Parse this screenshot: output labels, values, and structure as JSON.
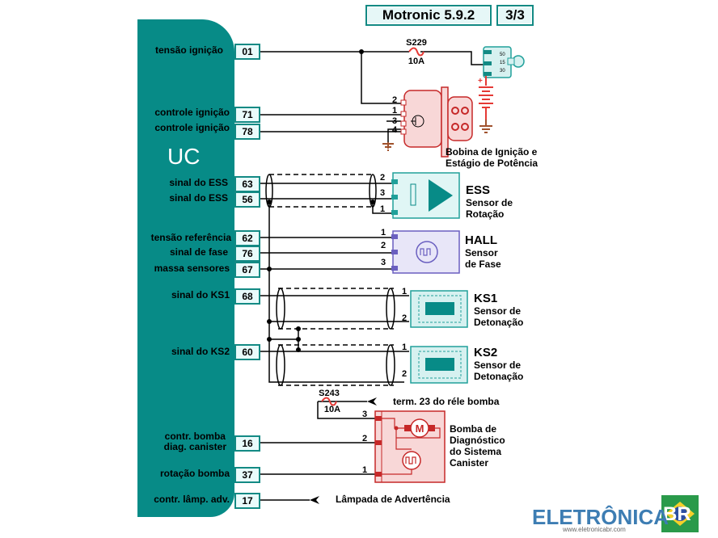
{
  "header": {
    "title": "Motronic 5.9.2",
    "page": "3/3"
  },
  "ecu": {
    "name": "UC",
    "pins": [
      {
        "label": "tensão ignição",
        "pin": "01"
      },
      {
        "label": "controle ignição",
        "pin": "71"
      },
      {
        "label": "controle ignição",
        "pin": "78"
      },
      {
        "label": "sinal do ESS",
        "pin": "63"
      },
      {
        "label": "sinal do ESS",
        "pin": "56"
      },
      {
        "label": "tensão referência",
        "pin": "62"
      },
      {
        "label": "sinal de fase",
        "pin": "76"
      },
      {
        "label": "massa sensores",
        "pin": "67"
      },
      {
        "label": "sinal do KS1",
        "pin": "68"
      },
      {
        "label": "sinal do KS2",
        "pin": "60"
      },
      {
        "label": "contr. bomba",
        "label2": "diag. canister",
        "pin": "16"
      },
      {
        "label": "rotação bomba",
        "pin": "37"
      },
      {
        "label": "contr. lâmp. adv.",
        "pin": "17"
      }
    ]
  },
  "fuses": [
    {
      "id": "S229",
      "rating": "10A"
    },
    {
      "id": "S243",
      "rating": "10A"
    }
  ],
  "ignition_switch": {
    "terminals": [
      "50",
      "15",
      "30"
    ]
  },
  "components": {
    "coil": {
      "line1": "Bobina de Ignição  e",
      "line2": "Estágio de Potência",
      "pins": [
        "2",
        "1",
        "3",
        "4"
      ]
    },
    "ess": {
      "name": "ESS",
      "line1": "Sensor de",
      "line2": "Rotação",
      "pins": [
        "2",
        "3",
        "1"
      ]
    },
    "hall": {
      "name": "HALL",
      "line1": "Sensor",
      "line2": "de Fase",
      "pins": [
        "1",
        "2",
        "3"
      ]
    },
    "ks1": {
      "name": "KS1",
      "line1": "Sensor de",
      "line2": "Detonação",
      "pins": [
        "1",
        "2"
      ]
    },
    "ks2": {
      "name": "KS2",
      "line1": "Sensor de",
      "line2": "Detonação",
      "pins": [
        "1",
        "2"
      ]
    },
    "canister": {
      "line1": "Bomba de",
      "line2": "Diagnóstico",
      "line3": "do Sistema",
      "line4": "Canister",
      "pins": [
        "3",
        "2",
        "1"
      ],
      "motor_symbol": "M"
    }
  },
  "references": {
    "relay": "term. 23 do réle bomba",
    "lamp": "Lâmpada de Advertência"
  },
  "logo": {
    "brand": "ELETRÔNICA",
    "suffix": "BR",
    "url": "www.eletronicabr.com"
  },
  "colors": {
    "ecu": "#078b87",
    "pin_border": "#138a84",
    "coil": "#c62828",
    "ess": "#20a09a",
    "hall": "#6a5fc0",
    "ground": "#a0522d"
  }
}
